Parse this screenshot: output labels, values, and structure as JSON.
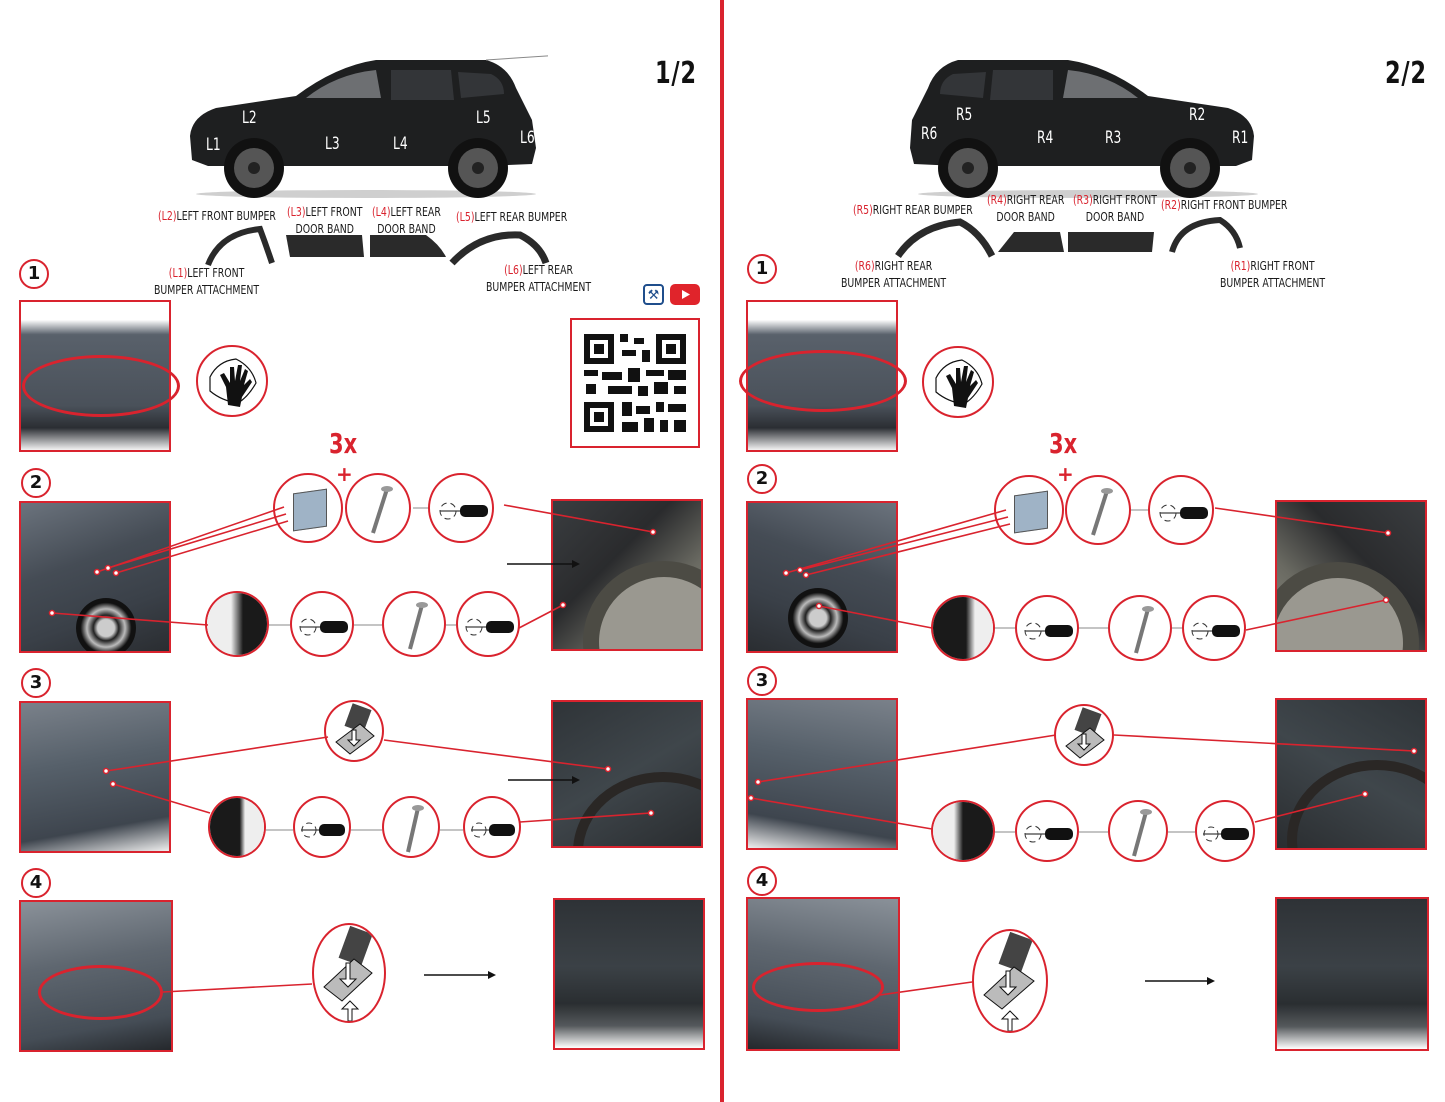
{
  "pages": [
    {
      "page_number": "1/2",
      "side": "left",
      "car_labels": [
        "L1",
        "L2",
        "L3",
        "L4",
        "L5",
        "L6"
      ],
      "parts": [
        {
          "code": "(L2)",
          "name": "LEFT FRONT BUMPER"
        },
        {
          "code": "(L3)",
          "name": "LEFT FRONT",
          "name2": "DOOR BAND"
        },
        {
          "code": "(L4)",
          "name": "LEFT REAR",
          "name2": "DOOR BAND"
        },
        {
          "code": "(L5)",
          "name": "LEFT REAR BUMPER"
        },
        {
          "code": "(L1)",
          "name": "LEFT FRONT",
          "name2": "BUMPER ATTACHMENT"
        },
        {
          "code": "(L6)",
          "name": "LEFT REAR",
          "name2": "BUMPER ATTACHMENT"
        }
      ],
      "steps": [
        "1",
        "2",
        "3",
        "4"
      ],
      "quantity": "3x",
      "plus": "+"
    },
    {
      "page_number": "2/2",
      "side": "right",
      "car_labels": [
        "R6",
        "R5",
        "R4",
        "R3",
        "R2",
        "R1"
      ],
      "parts": [
        {
          "code": "(R5)",
          "name": "RIGHT REAR BUMPER"
        },
        {
          "code": "(R4)",
          "name": "RIGHT REAR",
          "name2": "DOOR BAND"
        },
        {
          "code": "(R3)",
          "name": "RIGHT FRONT",
          "name2": "DOOR BAND"
        },
        {
          "code": "(R2)",
          "name": "RIGHT FRONT BUMPER"
        },
        {
          "code": "(R6)",
          "name": "RIGHT REAR",
          "name2": "BUMPER ATTACHMENT"
        },
        {
          "code": "(R1)",
          "name": "RIGHT FRONT",
          "name2": "BUMPER ATTACHMENT"
        }
      ],
      "steps": [
        "1",
        "2",
        "3",
        "4"
      ],
      "quantity": "3x",
      "plus": "+"
    }
  ],
  "icons": {
    "tools": "tools-icon",
    "youtube": "youtube-icon",
    "qr": "qr-code"
  },
  "colors": {
    "accent": "#d9232e",
    "car_body": "#1e1f20",
    "car_photo": "#4a515a",
    "youtube": "#e0242b",
    "tools_blue": "#1f4e8c"
  }
}
